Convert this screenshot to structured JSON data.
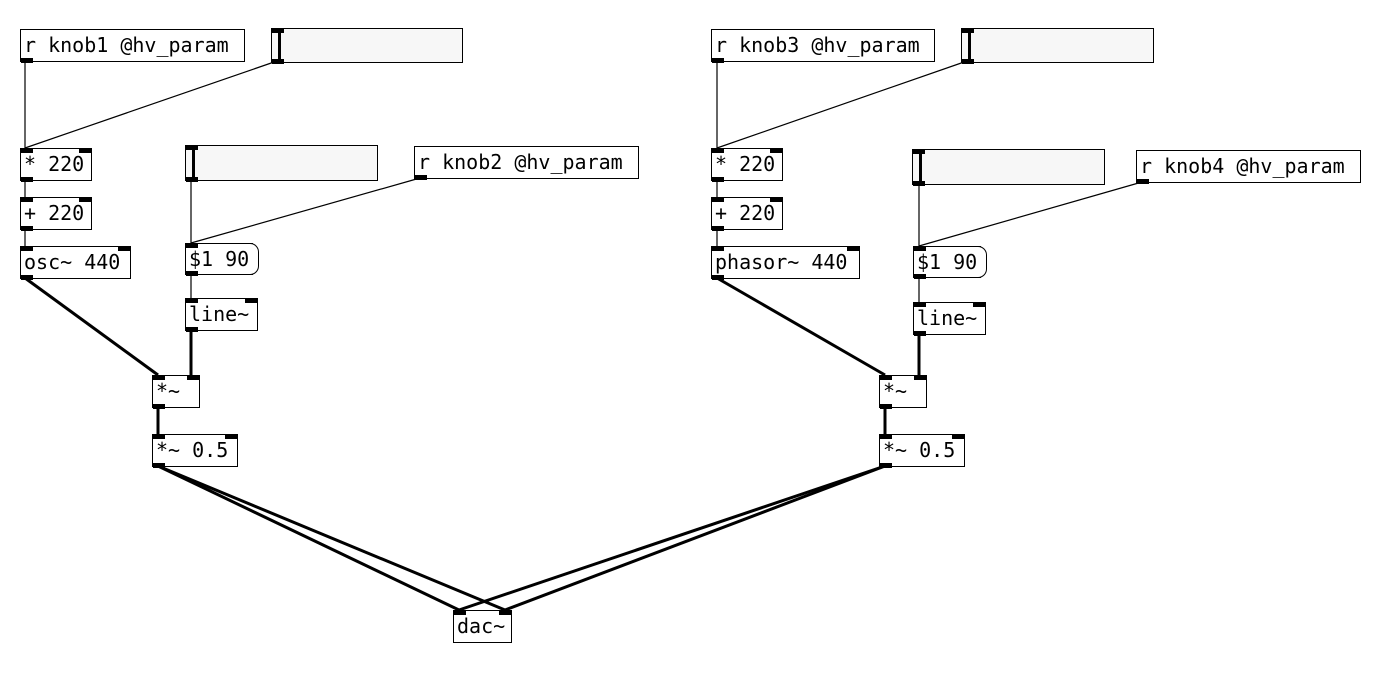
{
  "objects": {
    "knob1": "r knob1 @hv_param",
    "knob2": "r knob2 @hv_param",
    "knob3": "r knob3 @hv_param",
    "knob4": "r knob4 @hv_param",
    "mul1": "* 220",
    "add1": "+ 220",
    "osc": "osc~ 440",
    "msg1": "$1 90",
    "line1": "line~",
    "vmul1": "*~",
    "gain1": "*~ 0.5",
    "mul2": "* 220",
    "add2": "+ 220",
    "phasor": "phasor~ 440",
    "msg2": "$1 90",
    "line2": "line~",
    "vmul2": "*~",
    "gain2": "*~ 0.5",
    "dac": "dac~"
  },
  "sliders": {
    "hsl1": 0,
    "hsl2": 0,
    "hsl3": 0,
    "hsl4": 0
  }
}
